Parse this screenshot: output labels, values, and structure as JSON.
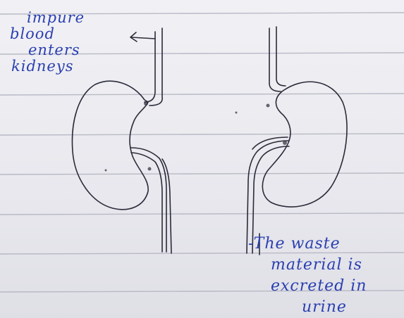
{
  "annotation_left": {
    "lines": [
      "impure",
      "blood",
      "enters",
      "kidneys"
    ]
  },
  "annotation_right": {
    "lines": [
      "-The waste",
      "material is",
      "excreted in",
      "urine"
    ]
  },
  "colors": {
    "ink_blue": "#2a3fb0",
    "pencil": "#2b2b3a",
    "rule_line": "#b9b9c6",
    "paper": "#ececf1"
  }
}
